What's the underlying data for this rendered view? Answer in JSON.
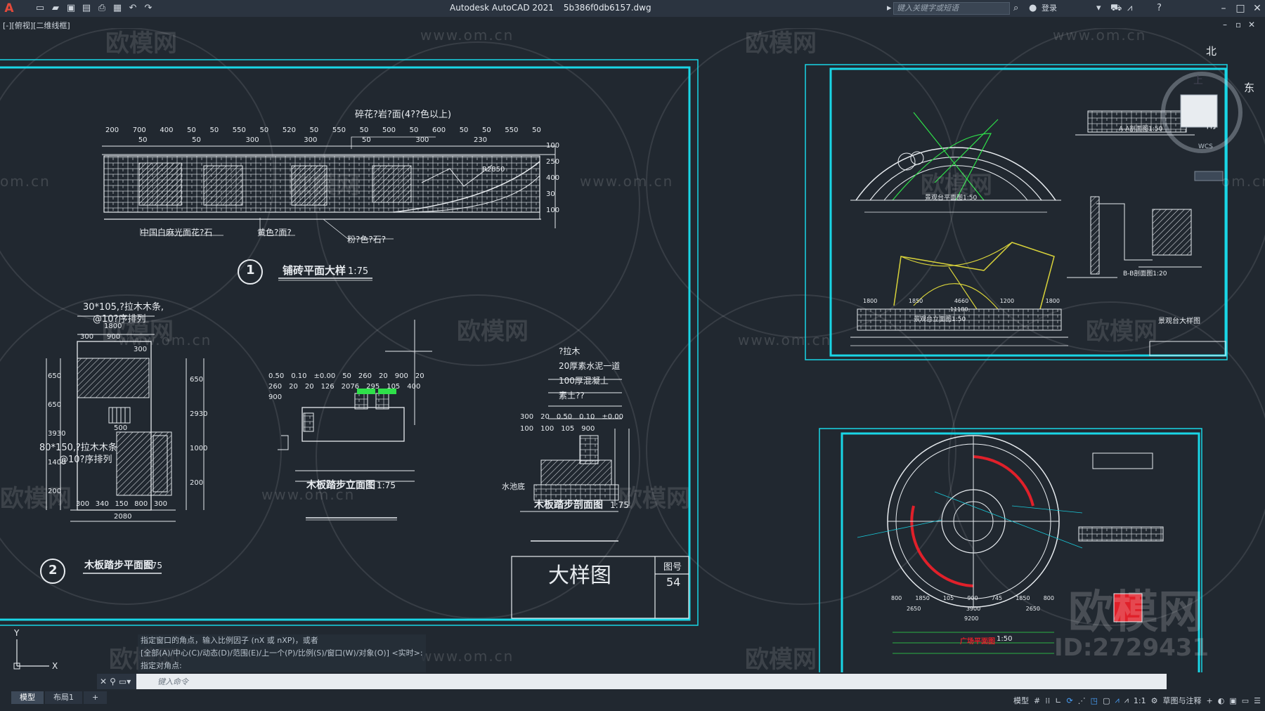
{
  "app": {
    "name": "Autodesk AutoCAD 2021",
    "file": "5b386f0db6157.dwg",
    "search_placeholder": "键入关键字或短语",
    "login": "登录"
  },
  "viewport": {
    "label": "[-][俯视][二维线框]"
  },
  "watermark": {
    "brand": "欧模网",
    "url": "www.om.cn",
    "url_short": "om.cn",
    "id_text": "ID:2729431",
    "big_logo": "欧模网"
  },
  "viewcube": {
    "north": "北",
    "east": "东",
    "south": "南",
    "top": "上",
    "wcs": "WCS"
  },
  "sheet_left": {
    "title_block": {
      "title": "大样图",
      "label": "图号",
      "number": "54"
    },
    "paving": {
      "annotation_top": "碎花?岩?面(4??色以上)",
      "note_1": "中国白麻光面花?石",
      "note_2": "黄色?面?",
      "note_3": "粉?色?石?",
      "top_dims": [
        "200",
        "700",
        "400",
        "50",
        "50",
        "550",
        "50",
        "520",
        "50",
        "550",
        "50",
        "500",
        "50",
        "600",
        "50",
        "50",
        "550",
        "50"
      ],
      "second_dims": [
        "50",
        "50",
        "300",
        "300",
        "50",
        "300",
        "230"
      ],
      "side_dims": [
        "100",
        "250",
        "400",
        "30",
        "100"
      ],
      "radius_1": "R2850",
      "circle_no": "1",
      "title": "铺砖平面大样",
      "scale": "1:75"
    },
    "plan": {
      "note_1": "30*105,?拉木木条,",
      "note_2": "@10?序排列",
      "dim_1800": "1800",
      "dim_900": "900",
      "dim_300a": "300",
      "dim_300b": "300",
      "note_3": "80*150,?拉木木条",
      "note_4": "@10?序排列",
      "dim_500": "500",
      "bottom_dims": [
        "300",
        "340",
        "150",
        "800",
        "300"
      ],
      "dim_2080": "2080",
      "left_dims": [
        "650",
        "650",
        "3930",
        "1400",
        "200"
      ],
      "right_dims": [
        "650",
        "2930",
        "1000",
        "200"
      ],
      "circle_no": "2",
      "title": "木板踏步平面图",
      "scale": "1:75"
    },
    "elevation": {
      "dims": [
        "0.50",
        "0.10",
        "±0.00",
        "50",
        "260",
        "20",
        "900",
        "20",
        "260",
        "20",
        "20",
        "126",
        "2076",
        "295",
        "105",
        "400",
        "900"
      ],
      "title": "木板踏步立面图",
      "scale": "1:75"
    },
    "section": {
      "layers": [
        "?拉木",
        "20厚素水泥一道",
        "100厚混凝土",
        "素土??"
      ],
      "dims": [
        "300",
        "20",
        "0.50",
        "0.10",
        "±0.00",
        "100",
        "100",
        "105",
        "900"
      ],
      "water": "水池底",
      "title": "木板踏步剖面图",
      "scale": "1:75"
    }
  },
  "sheet_right_top": {
    "title": "景观台大样图",
    "plan_caption": "景观台平面图1:50",
    "elev_caption": "景观台立面图1:50",
    "section_a": "A-A剖面图1:50",
    "section_b": "B-B剖面图1:20",
    "dims": [
      "11180",
      "4660",
      "1850",
      "1800",
      "1800",
      "1200"
    ]
  },
  "sheet_right_bottom": {
    "caption": "广场平面图",
    "scale": "1:50",
    "dims_row1": [
      "800",
      "1850",
      "105",
      "900",
      "745",
      "1850",
      "800"
    ],
    "dims_row2": [
      "2650",
      "3900",
      "2650"
    ],
    "dim_total": "9200"
  },
  "command": {
    "history_1": "指定窗口的角点，输入比例因子 (nX 或 nXP)，或者",
    "history_2": "[全部(A)/中心(C)/动态(D)/范围(E)/上一个(P)/比例(S)/窗口(W)/对象(O)] <实时>:",
    "history_3": "指定对角点:",
    "input_placeholder": "键入命令"
  },
  "tabs": [
    "模型",
    "布局1",
    "+"
  ],
  "status": {
    "model": "模型",
    "scale": "1:1",
    "workspace": "草图与注释"
  },
  "colors": {
    "background": "#212830",
    "frame": "#19d6e6",
    "line": "#e8ecf0",
    "accent_green": "#2fe04a",
    "accent_red": "#e0202a",
    "accent_yellow": "#d8d23a"
  },
  "icons": [
    "app-logo-icon",
    "new-icon",
    "open-icon",
    "save-icon",
    "saveas-icon",
    "print-icon",
    "undo-icon",
    "redo-icon",
    "search-icon",
    "user-icon",
    "cart-icon",
    "help-icon",
    "minimize-icon",
    "maximize-icon",
    "close-icon",
    "ucs-icon",
    "grid-icon",
    "snap-icon",
    "ortho-icon",
    "polar-icon",
    "gear-icon",
    "menu-icon"
  ]
}
